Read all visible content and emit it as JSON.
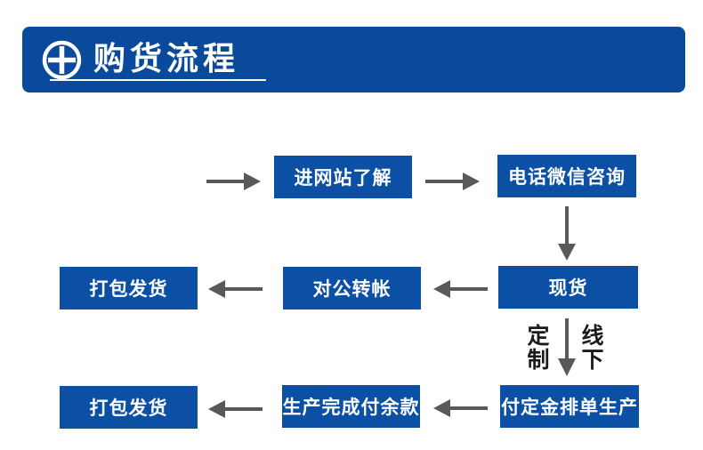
{
  "header": {
    "title": "购货流程",
    "icon": "plus-circle-icon"
  },
  "colors": {
    "banner_blue": "#0a4a9c",
    "box_blue": "#0b50a4",
    "arrow_gray": "#58595b",
    "branch_text": "#1a1a1a",
    "box_text": "#ffffff"
  },
  "flow": {
    "row1": [
      {
        "label": "进网站了解"
      },
      {
        "label": "电话微信咨询"
      }
    ],
    "row2": [
      {
        "label": "打包发货"
      },
      {
        "label": "对公转帐"
      },
      {
        "label": "现货"
      }
    ],
    "row3": [
      {
        "label": "打包发货"
      },
      {
        "label": "生产完成付余款"
      },
      {
        "label": "付定金排单生产"
      }
    ],
    "branch": {
      "left_label": "定制",
      "right_label": "线下"
    }
  }
}
